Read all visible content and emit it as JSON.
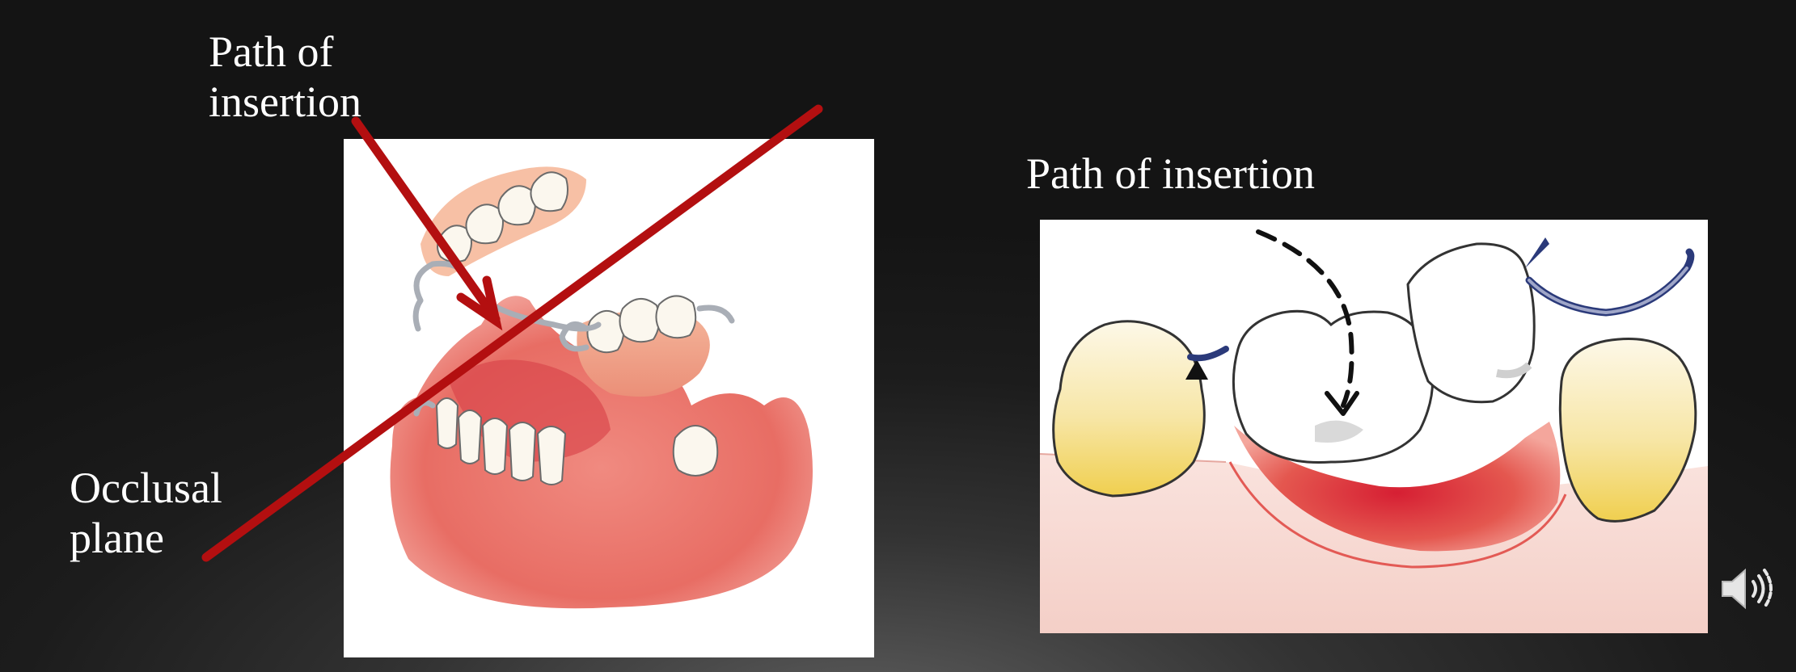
{
  "left_figure": {
    "path_label_line1": "Path of",
    "path_label_line2": "insertion",
    "occlusal_label_line1": "Occlusal",
    "occlusal_label_line2": "plane"
  },
  "right_figure": {
    "path_label": "Path of insertion"
  },
  "colors": {
    "annotation_red": "#b30f10",
    "gum_pink": "#e86d64",
    "tooth_yellow": "#f1d25c",
    "clasp_blue": "#2b3a7a"
  },
  "icons": {
    "speaker": "speaker-icon"
  }
}
